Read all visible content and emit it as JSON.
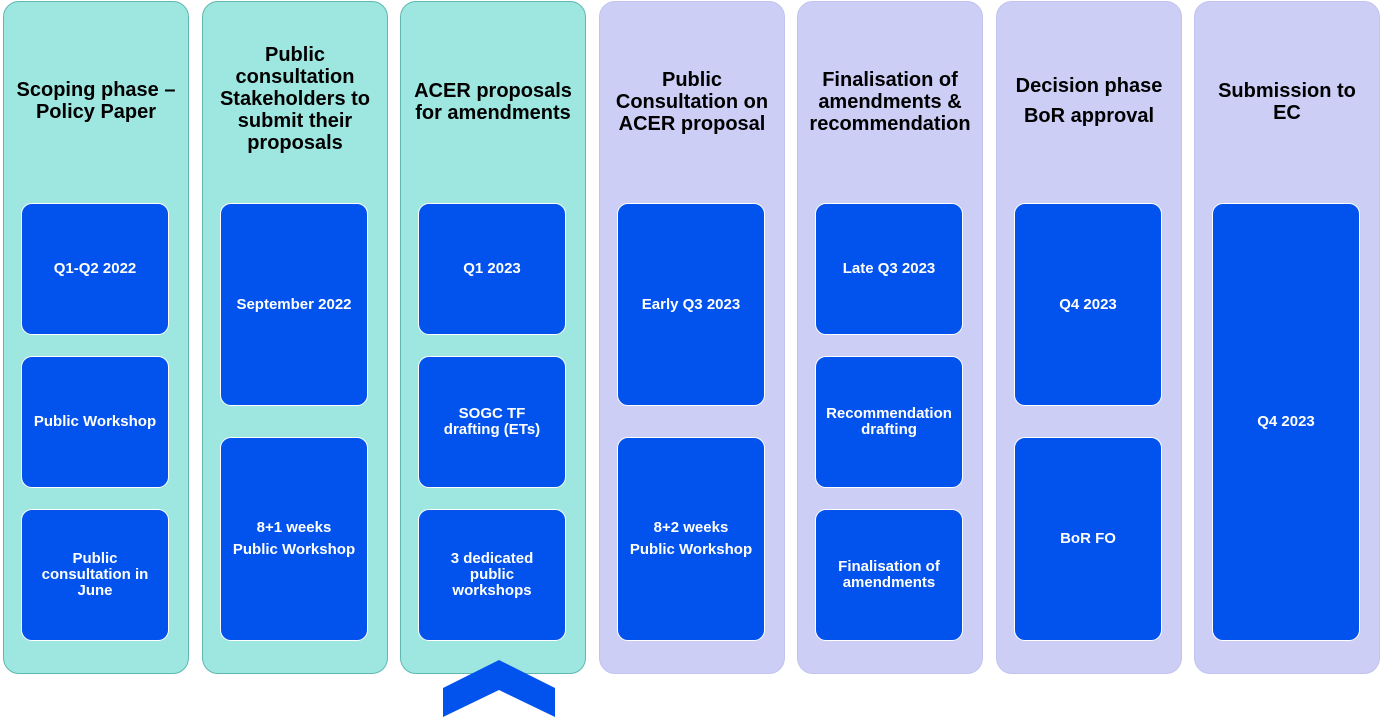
{
  "colors": {
    "done_column": "#9ee6e0",
    "future_column": "#cccef5",
    "box": "#0252ee",
    "box_text": "#ffffff",
    "arrow": "#0252ee"
  },
  "columns": [
    {
      "title_lines": [
        "Scoping phase –",
        "Policy Paper"
      ],
      "boxes": [
        {
          "lines": [
            "Q1-Q2 2022"
          ]
        },
        {
          "lines": [
            "Public Workshop"
          ]
        },
        {
          "lines": [
            "Public",
            "consultation in",
            "June"
          ]
        }
      ]
    },
    {
      "title_lines": [
        "Public",
        "consultation",
        "Stakeholders to",
        "submit their",
        "proposals"
      ],
      "boxes": [
        {
          "lines": [
            "September 2022"
          ]
        },
        {
          "lines": [
            "8+1 weeks",
            "Public Workshop"
          ]
        }
      ]
    },
    {
      "title_lines": [
        "ACER proposals",
        "for amendments"
      ],
      "boxes": [
        {
          "lines": [
            "Q1 2023"
          ]
        },
        {
          "lines": [
            "SOGC TF",
            "drafting (ETs)"
          ]
        },
        {
          "lines": [
            "3 dedicated",
            "public",
            "workshops"
          ]
        }
      ]
    },
    {
      "title_lines": [
        "Public",
        "Consultation on",
        "ACER proposal"
      ],
      "boxes": [
        {
          "lines": [
            "Early Q3 2023"
          ]
        },
        {
          "lines": [
            "8+2 weeks",
            "Public Workshop"
          ]
        }
      ]
    },
    {
      "title_lines": [
        "Finalisation of",
        "amendments &",
        "recommendation"
      ],
      "boxes": [
        {
          "lines": [
            "Late Q3 2023"
          ]
        },
        {
          "lines": [
            "Recommendation",
            "drafting"
          ]
        },
        {
          "lines": [
            "Finalisation of",
            "amendments"
          ]
        }
      ]
    },
    {
      "title_lines": [
        "Decision phase",
        "BoR approval"
      ],
      "boxes": [
        {
          "lines": [
            "Q4 2023"
          ]
        },
        {
          "lines": [
            "BoR FO"
          ]
        }
      ]
    },
    {
      "title_lines": [
        "Submission to",
        "EC"
      ],
      "boxes": [
        {
          "lines": [
            "Q4 2023"
          ]
        }
      ]
    }
  ],
  "current_marker": {
    "icon": "chevron-up-icon"
  }
}
